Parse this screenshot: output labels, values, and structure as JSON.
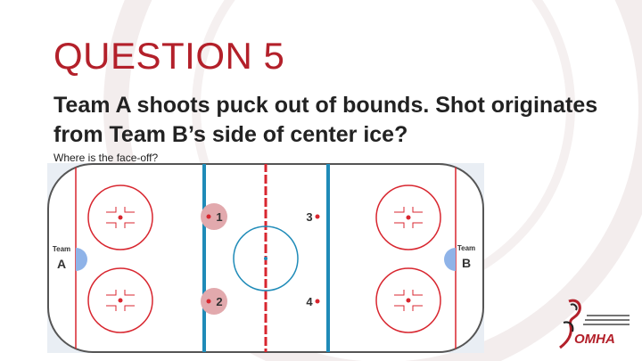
{
  "slide": {
    "title": "QUESTION 5",
    "question": "Team A shoots puck out of bounds. Shot originates from Team B’s side of center ice?",
    "prompt": "Where is the face-off?"
  },
  "rink": {
    "team_a_label": "Team",
    "team_a_letter": "A",
    "team_b_label": "Team",
    "team_b_letter": "B",
    "spots": [
      "1",
      "2",
      "3",
      "4"
    ]
  },
  "logo": {
    "text": "OMHA"
  },
  "colors": {
    "title": "#b3202a",
    "red_line": "#d8262f",
    "blue_line": "#1f8bb8",
    "rink_border": "#555555",
    "crease": "#8fb3e8",
    "spot_highlight": "#e2a9ad"
  }
}
